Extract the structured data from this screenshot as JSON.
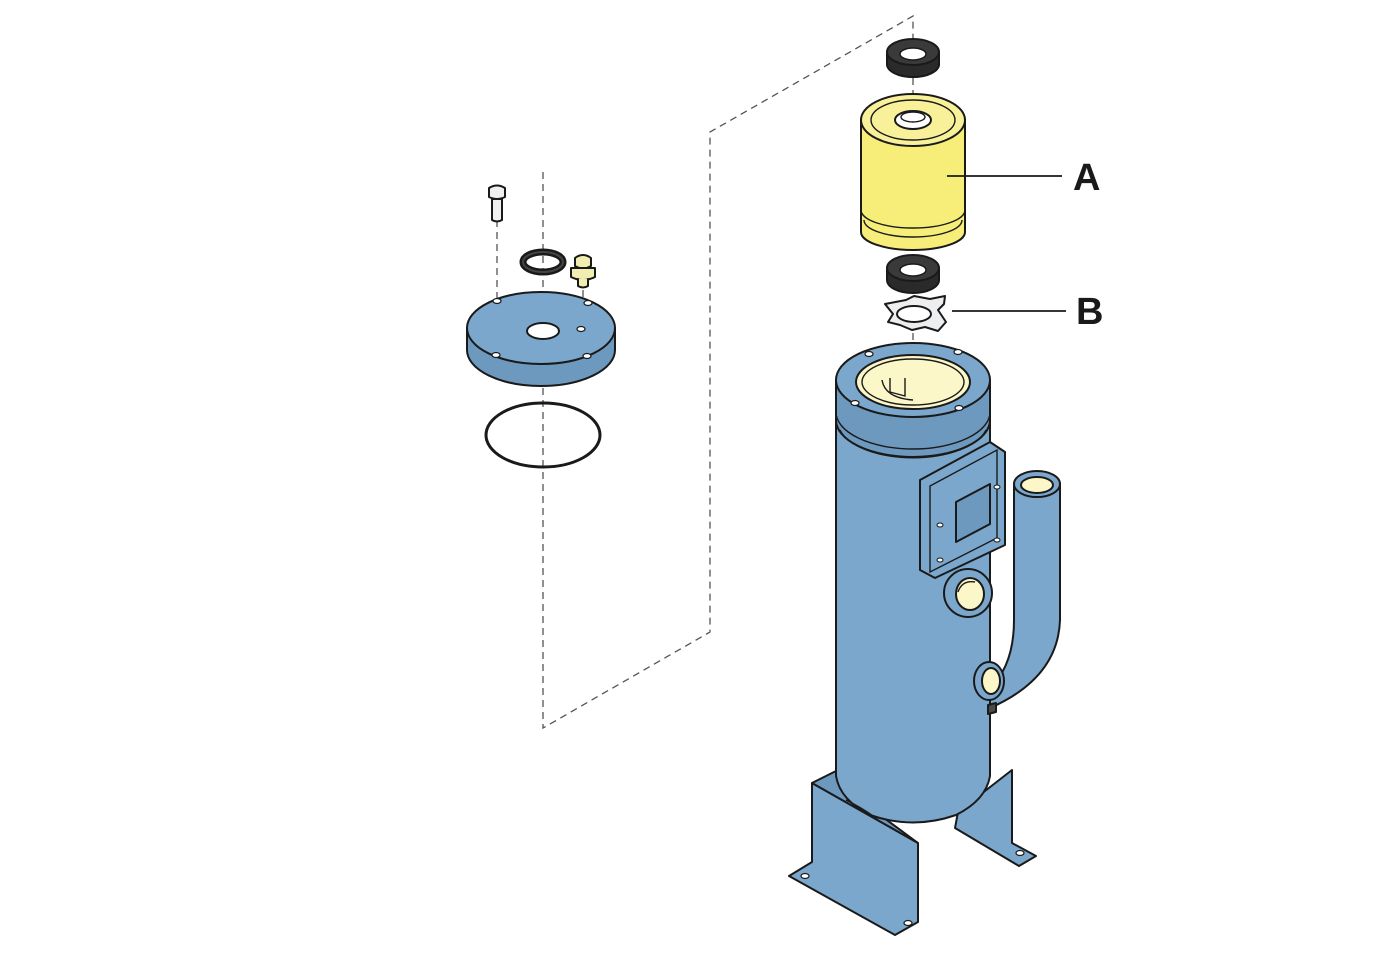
{
  "diagram": {
    "callouts": [
      {
        "id": "A",
        "label": "A"
      },
      {
        "id": "B",
        "label": "B"
      }
    ],
    "colors": {
      "body_blue": "#7ba7cc",
      "filter_yellow": "#f7ee7a",
      "liner_cream": "#fbf7c8",
      "seal_black": "#2a2a2a",
      "outline": "#1a1a1a"
    },
    "parts": [
      "filter-housing",
      "filter-cartridge",
      "locking-plate",
      "top-seal",
      "bottom-seal",
      "housing-cover",
      "cover-o-ring",
      "cover-bolt",
      "vent-fitting",
      "fitting-washer"
    ]
  }
}
